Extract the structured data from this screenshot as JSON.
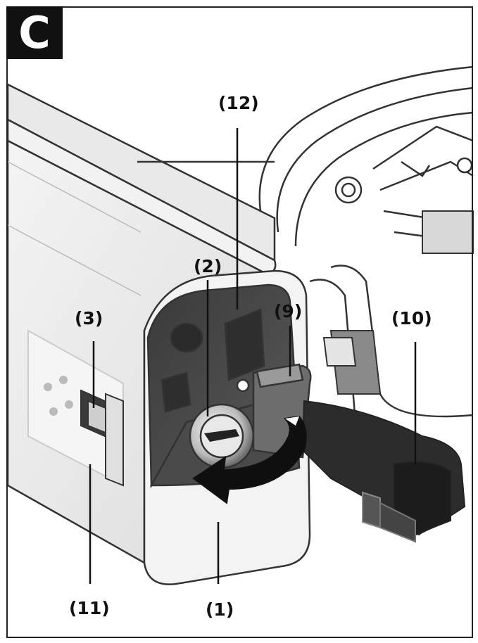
{
  "figure": {
    "badge": "C",
    "callouts": {
      "c1": "(1)",
      "c2": "(2)",
      "c3": "(3)",
      "c9": "(9)",
      "c10": "(10)",
      "c11": "(11)",
      "c12": "(12)"
    }
  }
}
